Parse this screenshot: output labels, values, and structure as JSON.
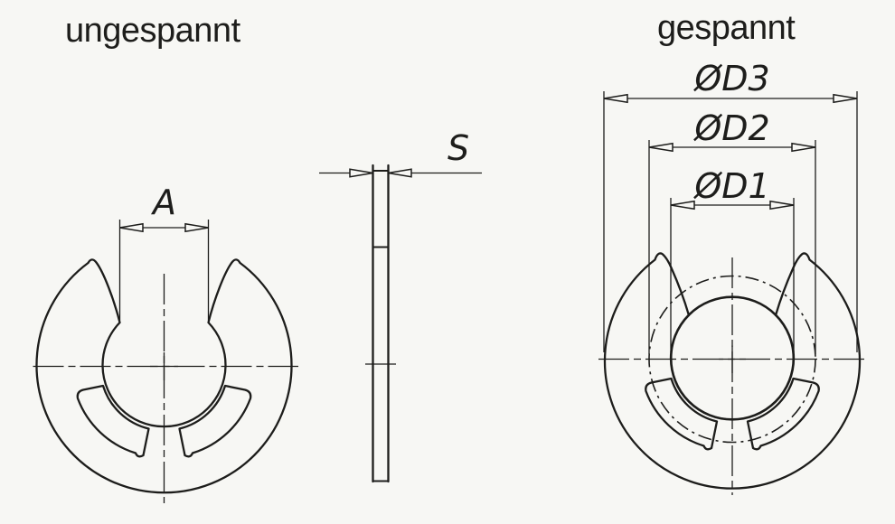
{
  "colors": {
    "background": "#f7f7f4",
    "ink": "#1d1d1b"
  },
  "labels": {
    "title_left": "ungespannt",
    "title_right": "gespannt",
    "dim_a": "A",
    "dim_s": "S",
    "dim_d3": "ØD3",
    "dim_d2": "ØD2",
    "dim_d1": "ØD1"
  }
}
